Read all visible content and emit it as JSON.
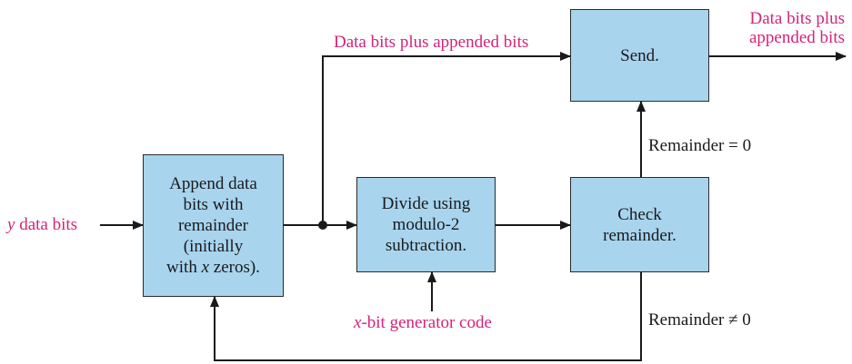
{
  "colors": {
    "box_fill": "#a8d4ee",
    "accent": "#d4237a",
    "line": "#1a1a1a"
  },
  "boxes": {
    "append": [
      "Append data",
      "bits with",
      "remainder",
      "(initially",
      "with x zeros)."
    ],
    "divide": [
      "Divide using",
      "modulo-2",
      "subtraction."
    ],
    "check": [
      "Check",
      "remainder."
    ],
    "send": [
      "Send."
    ]
  },
  "labels": {
    "input_var": "y",
    "input_rest": " data bits",
    "top_path": "Data bits plus appended bits",
    "output_line1": "Data bits plus",
    "output_line2": "appended bits",
    "remainder_zero": "Remainder = 0",
    "remainder_nonzero": "Remainder ≠ 0",
    "generator_var": "x",
    "generator_rest": "-bit generator code"
  }
}
